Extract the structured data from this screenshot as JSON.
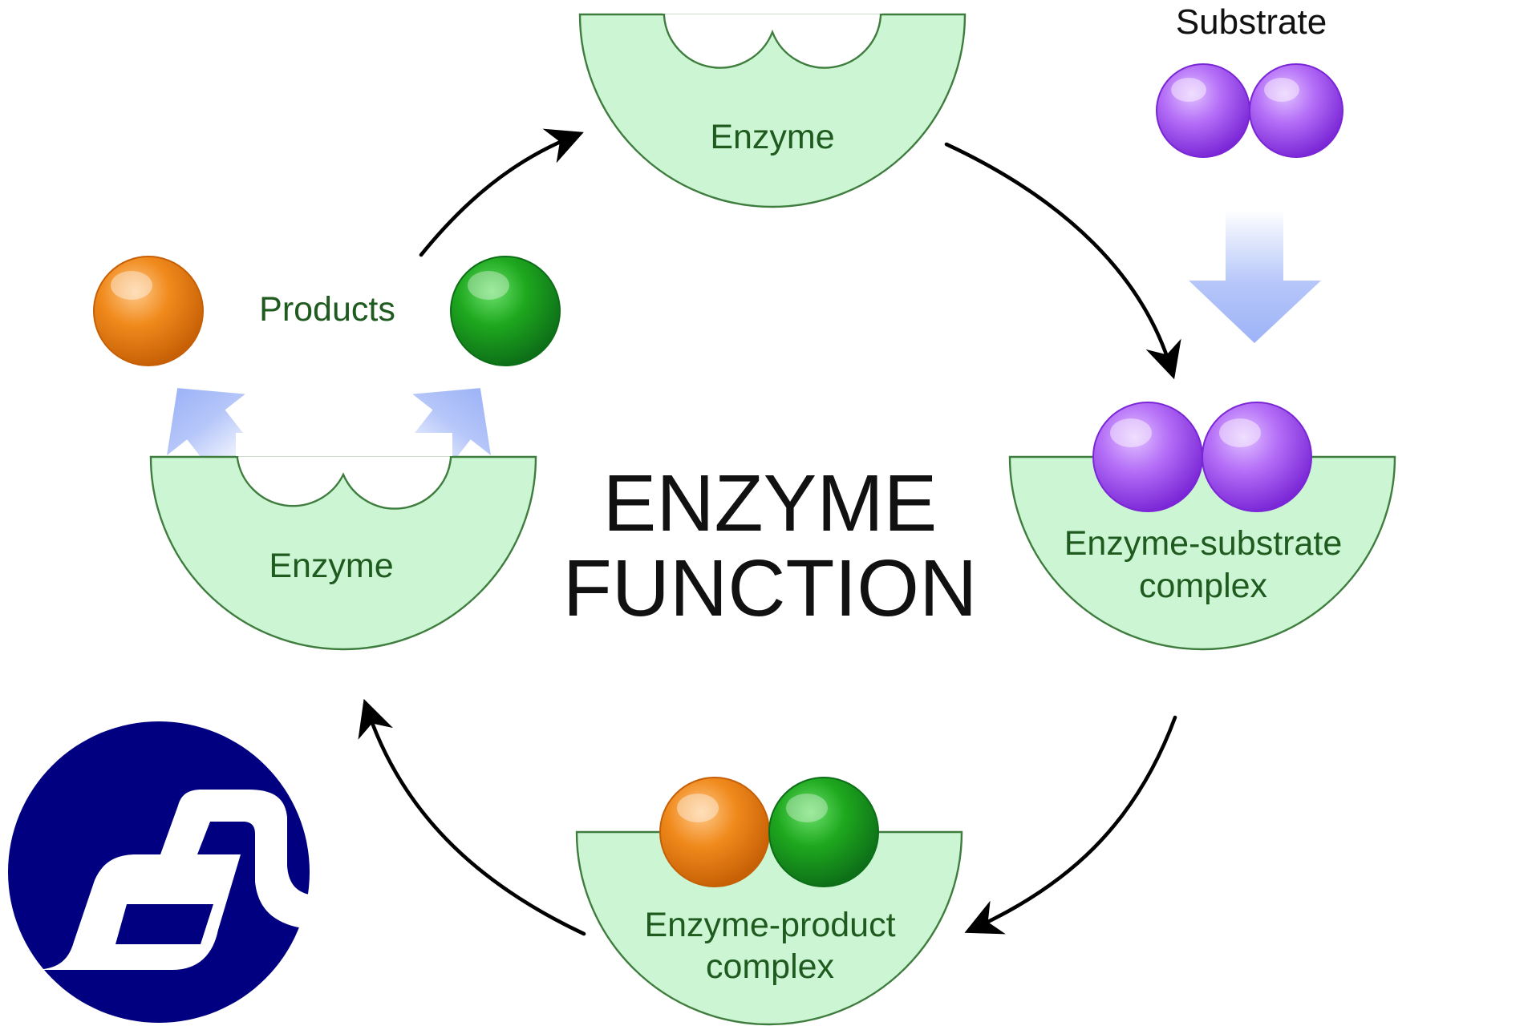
{
  "title": {
    "line1": "ENZYME",
    "line2": "FUNCTION"
  },
  "labels": {
    "enzyme_top": "Enzyme",
    "enzyme_left": "Enzyme",
    "substrate": "Substrate",
    "products": "Products",
    "es_complex_line1": "Enzyme-substrate",
    "es_complex_line2": "complex",
    "ep_complex_line1": "Enzyme-product",
    "ep_complex_line2": "complex"
  },
  "colors": {
    "enzyme_fill": "#ccf5d3",
    "enzyme_stroke": "#3f7d3f",
    "substrate": "#a24ff0",
    "product_orange": "#ef8418",
    "product_green": "#1fae1f",
    "flow_arrow": "#9db3f7",
    "cycle_arrow": "#000000",
    "logo": "#000080"
  },
  "icons": [
    "cycle-arrow",
    "flow-arrow",
    "logo-mark"
  ]
}
